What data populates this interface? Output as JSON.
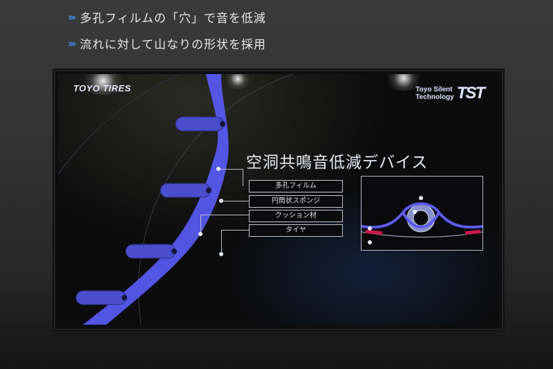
{
  "wall": {
    "bullets": [
      {
        "icon": "triple-chevron-right-icon",
        "text": "多孔フィルムの「穴」で音を低減"
      },
      {
        "icon": "triple-chevron-right-icon",
        "text": "流れに対して山なりの形状を採用"
      }
    ],
    "chevron_glyph": "›››",
    "accent_color": "#3d8cf0"
  },
  "screen": {
    "brand_logo": "TOYO TIRES",
    "tech_logo": {
      "line1": "Toyo Silent",
      "line2": "Technology",
      "mark": "TST"
    },
    "title": "空洞共鳴音低減デバイス",
    "labels": [
      "多孔フィルム",
      "円筒状スポンジ",
      "クッション材",
      "タイヤ"
    ],
    "colors": {
      "film": "#5a5cf0",
      "sponge": "#8a90c8",
      "cushion": "#c8184a",
      "background": "#08090c"
    }
  }
}
